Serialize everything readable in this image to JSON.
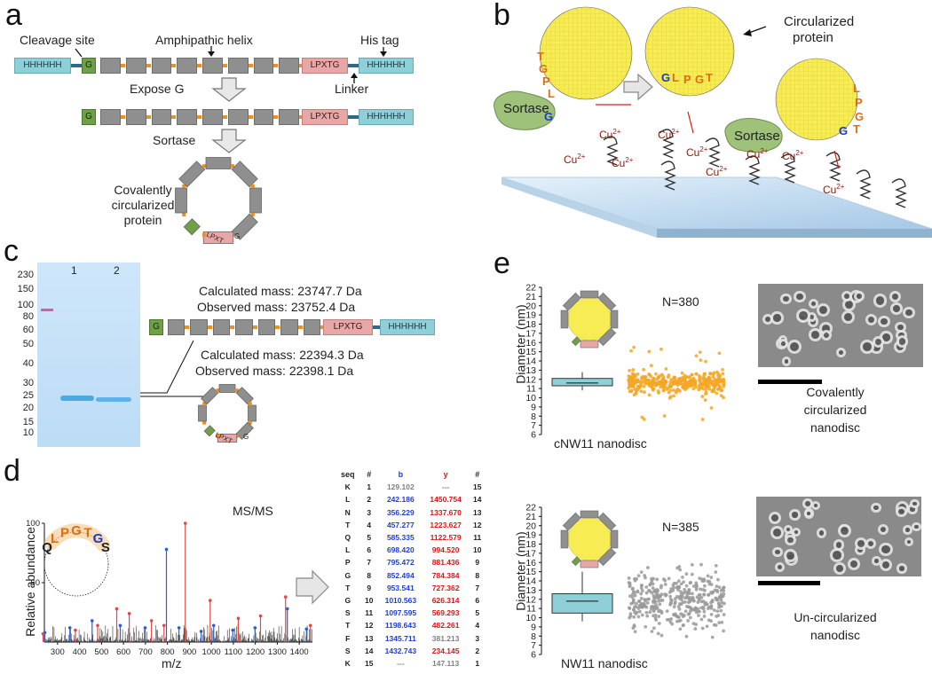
{
  "panels": {
    "a": "a",
    "b": "b",
    "c": "c",
    "d": "d",
    "e": "e"
  },
  "panel_a": {
    "cleavage_site": "Cleavage site",
    "amphipathic_helix": "Amphipathic helix",
    "his_tag": "His tag",
    "hhhhhh": "HHHHHH",
    "g": "G",
    "lpxtg": "LPXTG",
    "lpxt": "LPXT",
    "linker": "Linker",
    "expose_g": "Expose G",
    "sortase": "Sortase",
    "circularized_line1": "Covalently",
    "circularized_line2": "circularized",
    "circularized_line3": "protein"
  },
  "panel_b": {
    "circularized_line1": "Circularized",
    "circularized_line2": "protein",
    "sortase": "Sortase",
    "cu": "Cu",
    "cu_charge": "2+",
    "motif_letters": [
      "L",
      "P",
      "G",
      "T",
      "G"
    ]
  },
  "panel_c": {
    "lane_labels": [
      "1",
      "2"
    ],
    "ladder": [
      "230",
      "150",
      "100",
      "80",
      "60",
      "50",
      "40",
      "30",
      "25",
      "20",
      "15",
      "10"
    ],
    "calc1": "Calculated mass: 23747.7 Da",
    "obs1": "Observed mass: 23752.4 Da",
    "calc2": "Calculated mass: 22394.3 Da",
    "obs2": "Observed mass: 22398.1 Da",
    "g": "G",
    "lpxtg": "LPXTG",
    "lpxt": "LPXT",
    "hhhhhh": "HHHHHH"
  },
  "panel_d": {
    "msms": "MS/MS",
    "ylabel": "Relative abundance",
    "xlabel": "m/z",
    "yticks": [
      "100",
      "50"
    ],
    "xticks": [
      "300",
      "400",
      "500",
      "600",
      "700",
      "800",
      "900",
      "1000",
      "1100",
      "1200",
      "1300",
      "1400"
    ],
    "motif": "QLPGTGS",
    "table_headers": [
      "seq",
      "#",
      "b",
      "y",
      "#"
    ],
    "table_rows": [
      [
        "K",
        "1",
        "129.102",
        "---",
        "15"
      ],
      [
        "L",
        "2",
        "242.186",
        "1450.754",
        "14"
      ],
      [
        "N",
        "3",
        "356.229",
        "1337.670",
        "13"
      ],
      [
        "T",
        "4",
        "457.277",
        "1223.627",
        "12"
      ],
      [
        "Q",
        "5",
        "585.335",
        "1122.579",
        "11"
      ],
      [
        "L",
        "6",
        "698.420",
        "994.520",
        "10"
      ],
      [
        "P",
        "7",
        "795.472",
        "881.436",
        "9"
      ],
      [
        "G",
        "8",
        "852.494",
        "784.384",
        "8"
      ],
      [
        "T",
        "9",
        "953.541",
        "727.362",
        "7"
      ],
      [
        "G",
        "10",
        "1010.563",
        "626.314",
        "6"
      ],
      [
        "S",
        "11",
        "1097.595",
        "569.293",
        "5"
      ],
      [
        "T",
        "12",
        "1198.643",
        "482.261",
        "4"
      ],
      [
        "F",
        "13",
        "1345.711",
        "381.213",
        "3"
      ],
      [
        "S",
        "14",
        "1432.743",
        "234.145",
        "2"
      ],
      [
        "K",
        "15",
        "---",
        "147.113",
        "1"
      ]
    ],
    "b_gray_rows": [
      0
    ],
    "y_gray_rows": [
      12,
      14
    ]
  },
  "panel_e": {
    "ylabel": "Diameter (nm)",
    "yticks": [
      "22",
      "21",
      "20",
      "19",
      "18",
      "17",
      "16",
      "15",
      "14",
      "13",
      "12",
      "11",
      "10",
      "9",
      "8",
      "7",
      "6"
    ],
    "top": {
      "n": "N=380",
      "xlabel": "cNW11  nanodisc",
      "caption1": "Covalently",
      "caption2": "circularized",
      "caption3": "nanodisc",
      "color": "#f5a623",
      "median": 11.6,
      "q1": 11.3,
      "q3": 12.1,
      "whisker_low": 10.8,
      "whisker_high": 12.8
    },
    "bottom": {
      "n": "N=385",
      "xlabel": "NW11  nanodisc",
      "caption1": "Un-circularized",
      "caption2": "nanodisc",
      "color": "#9a9a9a",
      "median": 11.8,
      "q1": 10.5,
      "q3": 12.6,
      "whisker_low": 9.6,
      "whisker_high": 15.0
    }
  },
  "chart_data": [
    {
      "type": "bar",
      "title": "MS/MS",
      "xlabel": "m/z",
      "ylabel": "Relative abundance",
      "xlim": [
        240,
        1460
      ],
      "ylim": [
        0,
        100
      ],
      "series": [
        {
          "name": "b",
          "values": [
            [
              242.2,
              8
            ],
            [
              356.2,
              12
            ],
            [
              457.3,
              18
            ],
            [
              585.3,
              14
            ],
            [
              698.4,
              12
            ],
            [
              795.5,
              78
            ],
            [
              852.5,
              12
            ],
            [
              953.5,
              9
            ],
            [
              1010.6,
              14
            ],
            [
              1097.6,
              10
            ],
            [
              1198.6,
              12
            ],
            [
              1345.7,
              28
            ],
            [
              1432.7,
              11
            ]
          ]
        },
        {
          "name": "y",
          "values": [
            [
              234.1,
              7
            ],
            [
              381.2,
              10
            ],
            [
              482.3,
              14
            ],
            [
              569.3,
              28
            ],
            [
              626.3,
              24
            ],
            [
              727.4,
              18
            ],
            [
              784.4,
              14
            ],
            [
              881.4,
              100
            ],
            [
              994.5,
              35
            ],
            [
              1122.6,
              20
            ],
            [
              1223.6,
              22
            ],
            [
              1337.7,
              38
            ],
            [
              1450.8,
              14
            ]
          ]
        }
      ]
    },
    {
      "type": "box",
      "xlabel": "cNW11  nanodisc",
      "ylabel": "Diameter (nm)",
      "ylim": [
        6,
        22
      ],
      "n": 380,
      "box": {
        "q1": 11.3,
        "median": 11.6,
        "q3": 12.1,
        "whisker_low": 10.8,
        "whisker_high": 12.8
      }
    },
    {
      "type": "box",
      "xlabel": "NW11  nanodisc",
      "ylabel": "Diameter (nm)",
      "ylim": [
        6,
        22
      ],
      "n": 385,
      "box": {
        "q1": 10.5,
        "median": 11.8,
        "q3": 12.6,
        "whisker_low": 9.6,
        "whisker_high": 15.0
      }
    }
  ]
}
